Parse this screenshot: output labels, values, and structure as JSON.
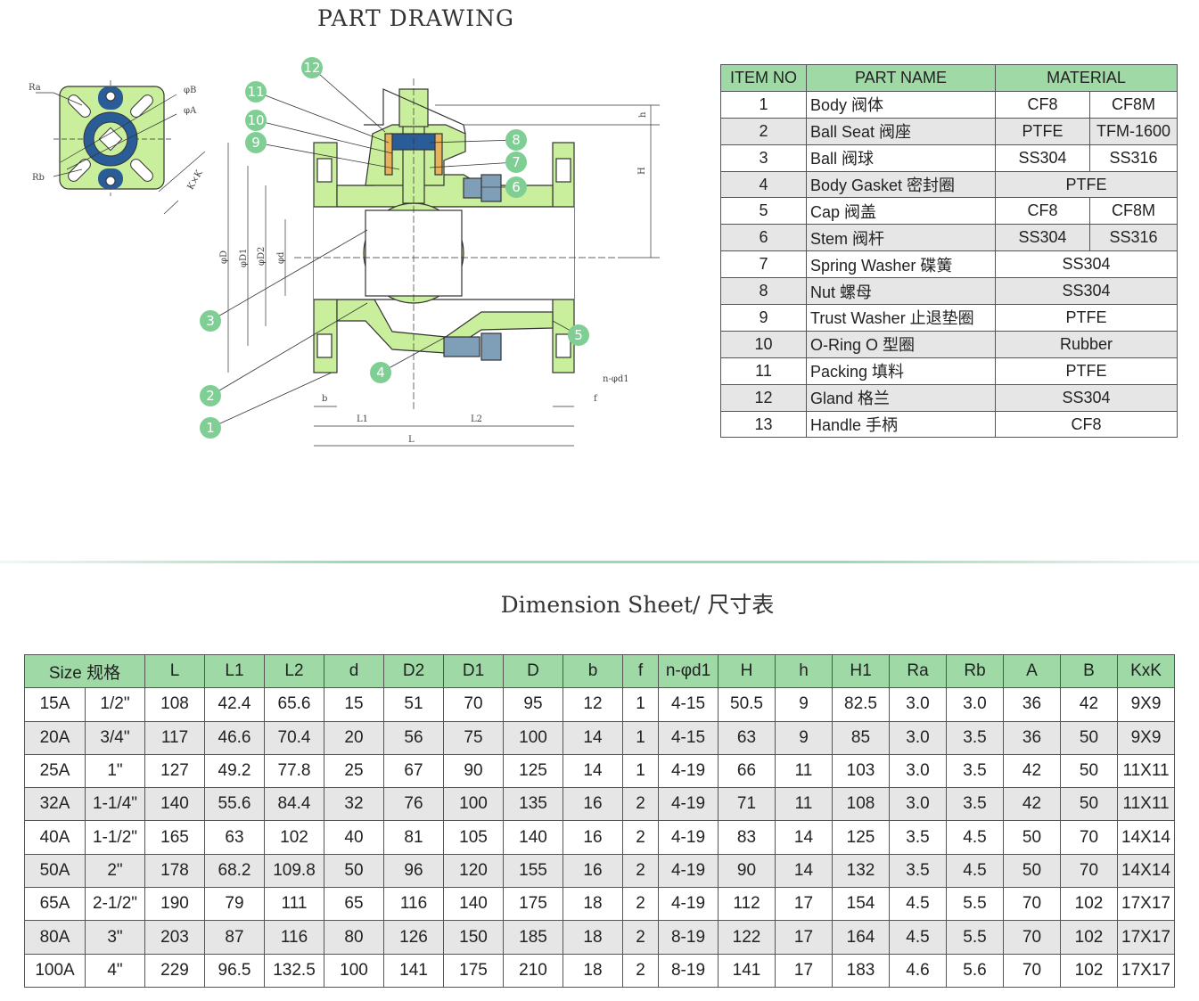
{
  "part_drawing": {
    "title": "PART DRAWING",
    "dimension_labels": {
      "Ra": "Ra",
      "Rb": "Rb",
      "phiB": "φB",
      "phiA": "φA",
      "KxK": "K×K",
      "phiD": "φD",
      "phiD1": "φD1",
      "phiD2": "φD2",
      "phid": "φd",
      "h": "h",
      "H": "H",
      "b": "b",
      "f": "f",
      "n_phid1": "n-φd1",
      "L1": "L1",
      "L2": "L2",
      "L": "L"
    },
    "callouts": [
      "1",
      "2",
      "3",
      "4",
      "5",
      "6",
      "7",
      "8",
      "9",
      "10",
      "11",
      "12"
    ]
  },
  "parts_table": {
    "headers": [
      "ITEM NO",
      "PART NAME",
      "MATERIAL"
    ],
    "rows": [
      {
        "no": "1",
        "name": "Body 阀体",
        "m1": "CF8",
        "m2": "CF8M"
      },
      {
        "no": "2",
        "name": "Ball Seat 阀座",
        "m1": "PTFE",
        "m2": "TFM-1600"
      },
      {
        "no": "3",
        "name": "Ball 阀球",
        "m1": "SS304",
        "m2": "SS316"
      },
      {
        "no": "4",
        "name": "Body Gasket 密封圈",
        "m": "PTFE"
      },
      {
        "no": "5",
        "name": "Cap 阀盖",
        "m1": "CF8",
        "m2": "CF8M"
      },
      {
        "no": "6",
        "name": "Stem 阀杆",
        "m1": "SS304",
        "m2": "SS316"
      },
      {
        "no": "7",
        "name": "Spring Washer 碟簧",
        "m": "SS304"
      },
      {
        "no": "8",
        "name": "Nut 螺母",
        "m": "SS304"
      },
      {
        "no": "9",
        "name": "Trust Washer 止退垫圈",
        "m": "PTFE"
      },
      {
        "no": "10",
        "name": "O-Ring O 型圈",
        "m": "Rubber"
      },
      {
        "no": "11",
        "name": "Packing 填料",
        "m": "PTFE"
      },
      {
        "no": "12",
        "name": "Gland 格兰",
        "m": "SS304"
      },
      {
        "no": "13",
        "name": "Handle 手柄",
        "m": "CF8"
      }
    ]
  },
  "dimension_sheet": {
    "title": "Dimension Sheet/ 尺寸表",
    "headers": [
      "Size 规格",
      "L",
      "L1",
      "L2",
      "d",
      "D2",
      "D1",
      "D",
      "b",
      "f",
      "n-φd1",
      "H",
      "h",
      "H1",
      "Ra",
      "Rb",
      "A",
      "B",
      "KxK"
    ],
    "rows": [
      [
        "15A",
        "1/2\"",
        "108",
        "42.4",
        "65.6",
        "15",
        "51",
        "70",
        "95",
        "12",
        "1",
        "4-15",
        "50.5",
        "9",
        "82.5",
        "3.0",
        "3.0",
        "36",
        "42",
        "9X9"
      ],
      [
        "20A",
        "3/4\"",
        "117",
        "46.6",
        "70.4",
        "20",
        "56",
        "75",
        "100",
        "14",
        "1",
        "4-15",
        "63",
        "9",
        "85",
        "3.0",
        "3.5",
        "36",
        "50",
        "9X9"
      ],
      [
        "25A",
        "1\"",
        "127",
        "49.2",
        "77.8",
        "25",
        "67",
        "90",
        "125",
        "14",
        "1",
        "4-19",
        "66",
        "11",
        "103",
        "3.0",
        "3.5",
        "42",
        "50",
        "11X11"
      ],
      [
        "32A",
        "1-1/4\"",
        "140",
        "55.6",
        "84.4",
        "32",
        "76",
        "100",
        "135",
        "16",
        "2",
        "4-19",
        "71",
        "11",
        "108",
        "3.0",
        "3.5",
        "42",
        "50",
        "11X11"
      ],
      [
        "40A",
        "1-1/2\"",
        "165",
        "63",
        "102",
        "40",
        "81",
        "105",
        "140",
        "16",
        "2",
        "4-19",
        "83",
        "14",
        "125",
        "3.5",
        "4.5",
        "50",
        "70",
        "14X14"
      ],
      [
        "50A",
        "2\"",
        "178",
        "68.2",
        "109.8",
        "50",
        "96",
        "120",
        "155",
        "16",
        "2",
        "4-19",
        "90",
        "14",
        "132",
        "3.5",
        "4.5",
        "50",
        "70",
        "14X14"
      ],
      [
        "65A",
        "2-1/2\"",
        "190",
        "79",
        "111",
        "65",
        "116",
        "140",
        "175",
        "18",
        "2",
        "4-19",
        "112",
        "17",
        "154",
        "4.5",
        "5.5",
        "70",
        "102",
        "17X17"
      ],
      [
        "80A",
        "3\"",
        "203",
        "87",
        "116",
        "80",
        "126",
        "150",
        "185",
        "18",
        "2",
        "8-19",
        "122",
        "17",
        "164",
        "4.5",
        "5.5",
        "70",
        "102",
        "17X17"
      ],
      [
        "100A",
        "4\"",
        "229",
        "96.5",
        "132.5",
        "100",
        "141",
        "175",
        "210",
        "18",
        "2",
        "8-19",
        "141",
        "17",
        "183",
        "4.6",
        "5.6",
        "70",
        "102",
        "17X17"
      ]
    ]
  },
  "colors": {
    "header_green": "#9fd9a6",
    "body_green": "#c9ef9c",
    "stem_blue": "#2a5d97",
    "callout_green": "#7fcf94",
    "row_alt": "#e6e6e6"
  }
}
